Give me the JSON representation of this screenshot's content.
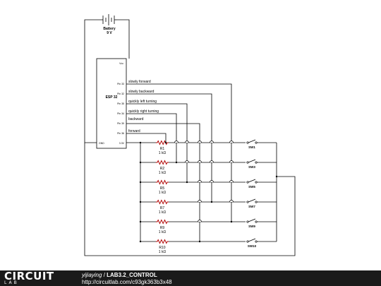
{
  "battery": {
    "name": "Battery",
    "value": "9 V"
  },
  "esp": {
    "name": "ESP 32",
    "pin_vcc": "Vcc",
    "pin_gnd": "GND",
    "pin_33": "3.3V",
    "pins": [
      "Pin 33",
      "Pin 32",
      "Pin 35",
      "Pin 34",
      "Pin 39",
      "Pin 36"
    ]
  },
  "signals": [
    "slowly forward",
    "slowly backward",
    "quickly left turning",
    "quickly right turning",
    "backward",
    "forward"
  ],
  "resistors": [
    {
      "name": "R1",
      "value": "1 kΩ"
    },
    {
      "name": "R2",
      "value": "1 kΩ"
    },
    {
      "name": "R5",
      "value": "1 kΩ"
    },
    {
      "name": "R7",
      "value": "1 kΩ"
    },
    {
      "name": "R9",
      "value": "1 kΩ"
    },
    {
      "name": "R10",
      "value": "1 kΩ"
    }
  ],
  "switches": [
    "SW1",
    "SW3",
    "SW5",
    "SW7",
    "SW9",
    "SW10"
  ],
  "footer": {
    "logo_top": "CIRCUIT",
    "logo_bottom": "LAB",
    "user": "yijiaying",
    "separator": " / ",
    "project": "LAB3.2_CONTROL",
    "url": "http://circuitlab.com/c93gk363b3x48"
  },
  "colors": {
    "wire": "#000000",
    "resistor": "#b00000",
    "footer_bg": "#1a1a1a"
  }
}
